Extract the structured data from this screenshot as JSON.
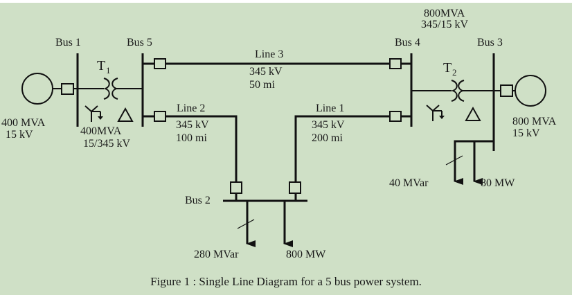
{
  "diagram": {
    "buses": [
      {
        "id": "bus1",
        "label": "Bus 1"
      },
      {
        "id": "bus2",
        "label": "Bus 2"
      },
      {
        "id": "bus3",
        "label": "Bus 3"
      },
      {
        "id": "bus4",
        "label": "Bus 4"
      },
      {
        "id": "bus5",
        "label": "Bus 5"
      }
    ],
    "generators": [
      {
        "id": "gen1",
        "rating": "400 MVA",
        "voltage": "15 kV"
      },
      {
        "id": "gen2",
        "rating": "800 MVA",
        "voltage": "15 kV"
      }
    ],
    "transformers": [
      {
        "id": "T1",
        "name": "T",
        "subscript": "1",
        "rating": "400MVA",
        "ratio": "15/345 kV"
      },
      {
        "id": "T2",
        "name": "T",
        "subscript": "2",
        "rating": "800MVA",
        "ratio": "345/15 kV"
      }
    ],
    "lines": [
      {
        "id": "line1",
        "label": "Line 1",
        "voltage": "345 kV",
        "length": "200 mi"
      },
      {
        "id": "line2",
        "label": "Line 2",
        "voltage": "345 kV",
        "length": "100 mi"
      },
      {
        "id": "line3",
        "label": "Line 3",
        "voltage": "345 kV",
        "length": "50 mi"
      }
    ],
    "loads": [
      {
        "id": "load-bus2-q",
        "label": "280 MVar"
      },
      {
        "id": "load-bus2-p",
        "label": "800 MW"
      },
      {
        "id": "load-bus3-q",
        "label": "40 MVar"
      },
      {
        "id": "load-bus3-p",
        "label": "80 MW"
      }
    ],
    "caption": "Figure 1 : Single Line Diagram for a 5 bus power system."
  }
}
